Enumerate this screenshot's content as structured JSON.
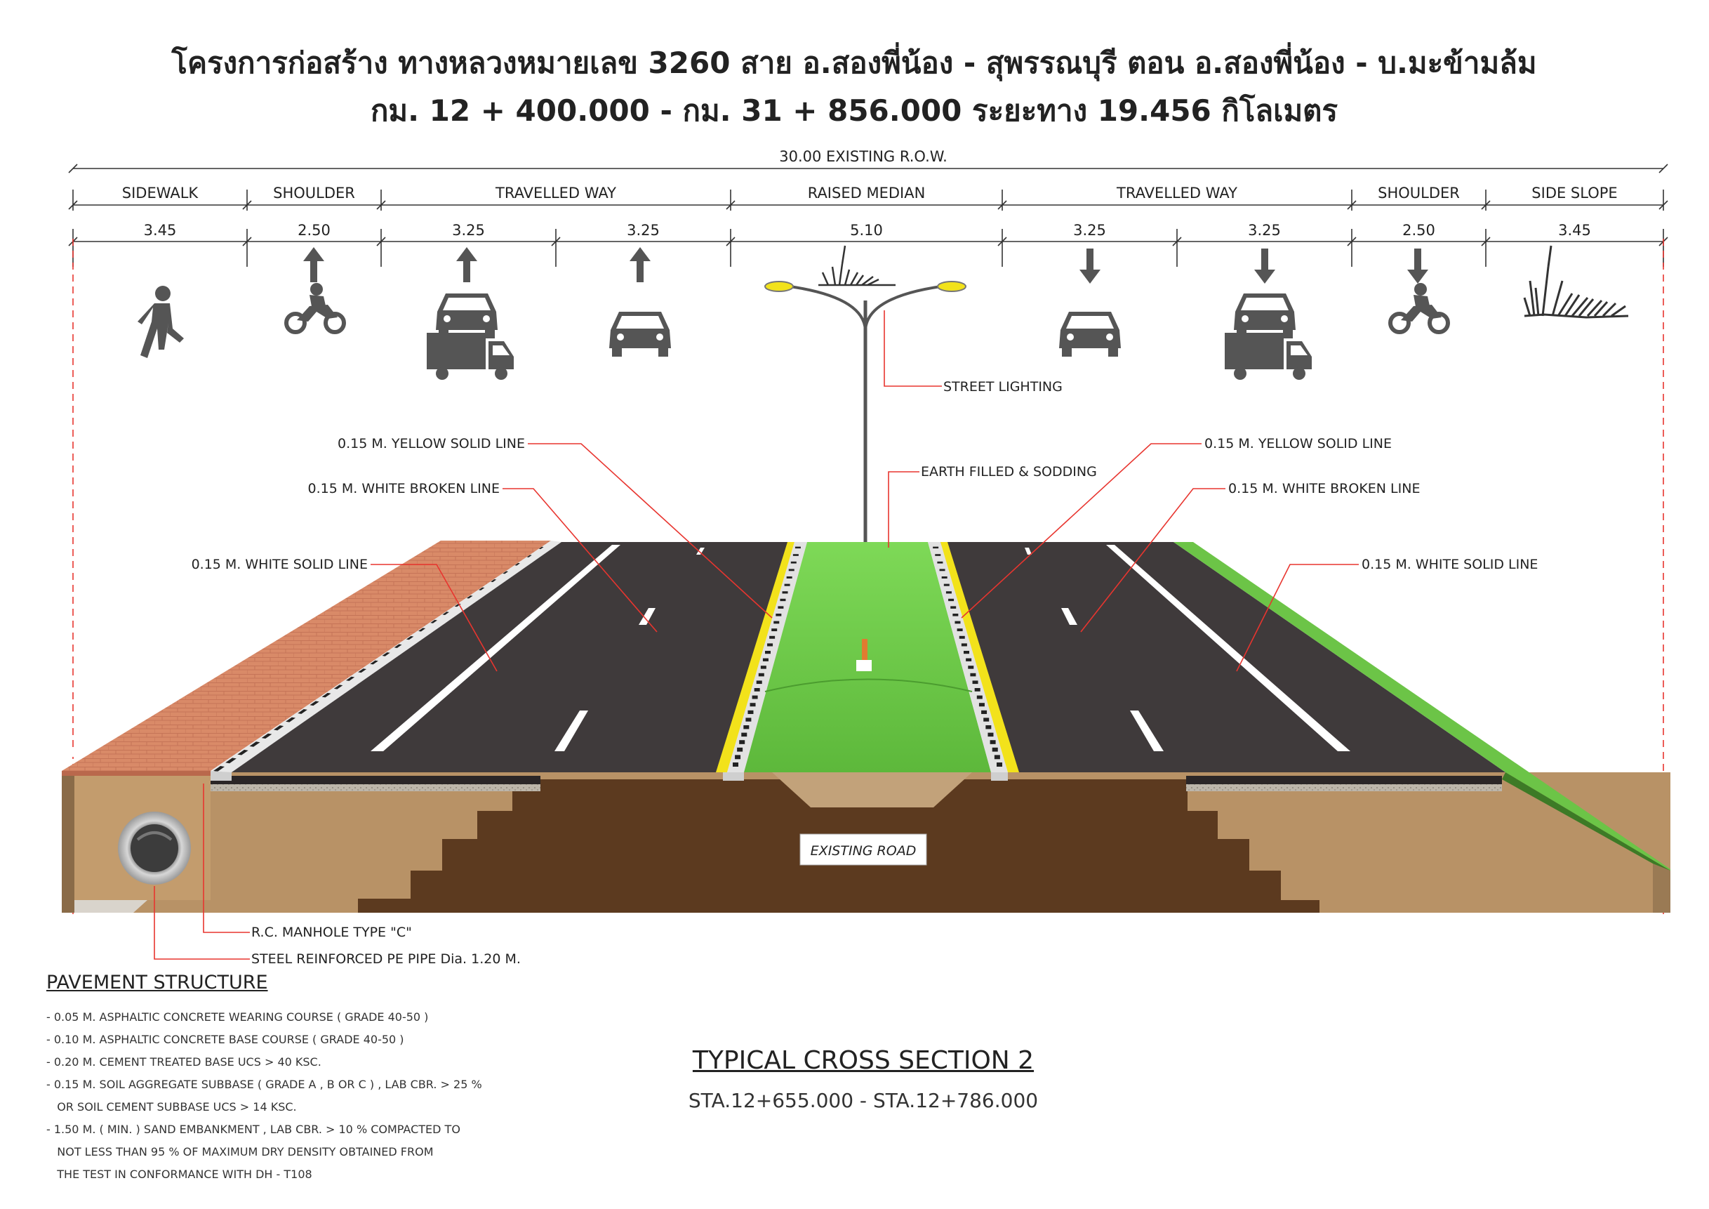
{
  "title": {
    "line1": "โครงการก่อสร้าง ทางหลวงหมายเลข 3260  สาย อ.สองพี่น้อง - สุพรรณบุรี ตอน อ.สองพี่น้อง - บ.มะข้ามล้ม",
    "line2": "กม. 12 + 400.000 - กม. 31 + 856.000 ระยะทาง 19.456 กิโลเมตร"
  },
  "row_label": "30.00 EXISTING R.O.W.",
  "zones": [
    {
      "label": "SIDEWALK",
      "width": "3.45"
    },
    {
      "label": "SHOULDER",
      "width": "2.50"
    },
    {
      "label": "TRAVELLED WAY",
      "width": "3.25"
    },
    {
      "label": "",
      "width": "3.25"
    },
    {
      "label": "RAISED MEDIAN",
      "width": "5.10"
    },
    {
      "label": "TRAVELLED WAY",
      "width": "3.25"
    },
    {
      "label": "",
      "width": "3.25"
    },
    {
      "label": "SHOULDER",
      "width": "2.50"
    },
    {
      "label": "SIDE SLOPE",
      "width": "3.45"
    }
  ],
  "callouts": {
    "street_lighting": "STREET LIGHTING",
    "yellow_left": "0.15 M. YELLOW SOLID LINE",
    "white_broken_left": "0.15 M. WHITE BROKEN LINE",
    "white_solid_left": "0.15 M. WHITE SOLID LINE",
    "earth_filled": "EARTH FILLED & SODDING",
    "yellow_right": "0.15 M. YELLOW SOLID LINE",
    "white_broken_right": "0.15 M. WHITE BROKEN LINE",
    "white_solid_right": "0.15 M. WHITE SOLID LINE",
    "existing_road": "EXISTING ROAD",
    "manhole": "R.C. MANHOLE TYPE \"C\"",
    "pipe": "STEEL REINFORCED PE PIPE Dia. 1.20 M."
  },
  "pavement": {
    "heading": "PAVEMENT STRUCTURE",
    "lines": [
      "- 0.05 M. ASPHALTIC CONCRETE WEARING COURSE ( GRADE 40-50 )",
      "- 0.10 M. ASPHALTIC CONCRETE BASE COURSE ( GRADE 40-50 )",
      "- 0.20 M. CEMENT TREATED BASE UCS > 40 KSC.",
      "- 0.15 M. SOIL AGGREGATE SUBBASE ( GRADE A , B OR C ) , LAB CBR. > 25 %",
      "   OR SOIL CEMENT SUBBASE UCS > 14 KSC.",
      "- 1.50 M. ( MIN. ) SAND EMBANKMENT , LAB CBR. > 10 % COMPACTED TO",
      "   NOT LESS THAN 95 % OF MAXIMUM DRY DENSITY OBTAINED FROM",
      "   THE TEST IN CONFORMANCE WITH DH - T108"
    ]
  },
  "section": {
    "title": "TYPICAL CROSS SECTION 2",
    "station": "STA.12+655.000 - STA.12+786.000"
  },
  "colors": {
    "asphalt": "#3f3a3b",
    "sidewalk": "#d98a68",
    "grass": "#6cc447",
    "soil": "#b89266",
    "fill": "#5c3a1f",
    "yellow_line": "#f2e21b",
    "leader": "#e8352f"
  }
}
